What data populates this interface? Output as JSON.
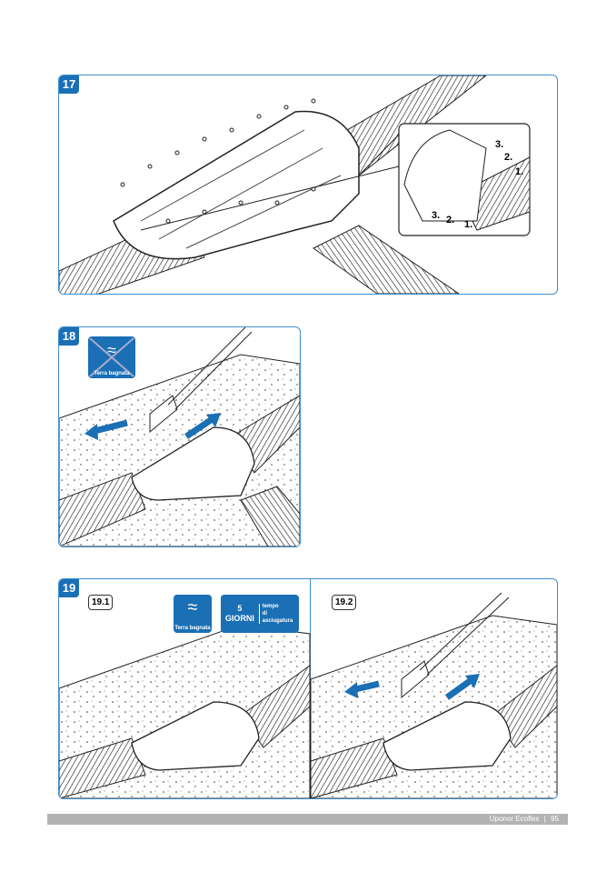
{
  "steps": [
    {
      "number": "17",
      "inset_labels_top": [
        "3.",
        "2.",
        "1."
      ],
      "inset_labels_bottom": [
        "3.",
        "2.",
        "1."
      ]
    },
    {
      "number": "18",
      "icon_caption": "Terra bagnata"
    },
    {
      "number": "19",
      "sub1": "19.1",
      "sub2": "19.2",
      "icon_caption": "Terra bagnata",
      "days_number": "5",
      "days_unit": "GIORNI",
      "days_caption_1": "tempo",
      "days_caption_2": "di asciugatura"
    }
  ],
  "footer": {
    "brand": "Uponor Ecoflex",
    "separator": "|",
    "page": "95"
  },
  "colors": {
    "accent": "#1a6fb5",
    "footer": "#b3b3b3"
  }
}
